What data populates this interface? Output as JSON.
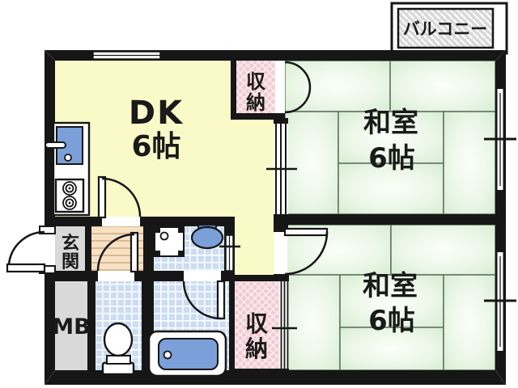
{
  "balcony": {
    "label": "バルコニー"
  },
  "rooms": {
    "dk": {
      "name": "DK",
      "size": "6帖"
    },
    "washitsu_top": {
      "name": "和室",
      "size": "6帖"
    },
    "washitsu_bottom": {
      "name": "和室",
      "size": "6帖"
    }
  },
  "closet_top": {
    "label": "収納",
    "chars": [
      "収",
      "納"
    ]
  },
  "closet_bottom": {
    "label": "収納",
    "chars": [
      "収",
      "納"
    ]
  },
  "genkan": {
    "label": "玄関",
    "chars": [
      "玄",
      "関"
    ]
  },
  "meter_box": {
    "label": "MB"
  },
  "colors": {
    "wall": "#161616",
    "dk_floor": "#fafac8",
    "tatami_edge": "#d5edd1",
    "closet_pink": "#f3cbd3",
    "tile_blue": "#cbdcf4",
    "wood_tan": "#f6e1c3",
    "gray_area": "#d9d9d9",
    "fixture_blue": "#7b9fd9"
  }
}
